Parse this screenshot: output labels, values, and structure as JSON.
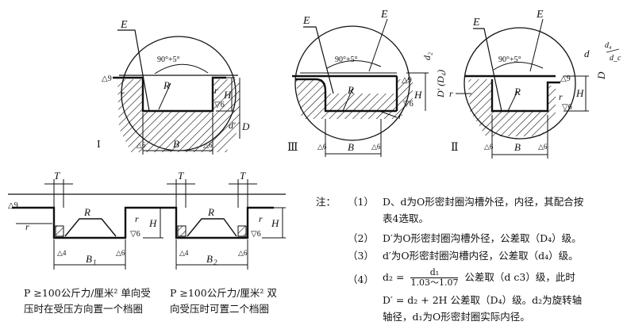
{
  "figures": {
    "roman_1": "I",
    "roman_3": "Ⅲ",
    "roman_2": "Ⅱ",
    "angle": "90°+5°",
    "label_E": "E",
    "label_R": "R",
    "label_r": "r",
    "label_H": "H",
    "label_B": "B",
    "label_B1": "B",
    "label_B1_sub": "1",
    "label_B2": "B",
    "label_B2_sub": "2",
    "label_T": "T",
    "label_D": "D",
    "label_dprime": "d′",
    "label_d2": "d₂",
    "label_Dprime_D4": "D′ (D₄)",
    "label_d": "d",
    "label_D_frac_num": "d₄",
    "label_D_frac_den": "d_c",
    "rough_9": "△9",
    "rough_6": "▽6",
    "rough_6_rot": "△6",
    "rough_4_rot": "△4"
  },
  "notes": {
    "lead": "注：",
    "items": [
      {
        "num": "（1）",
        "lines": [
          "D、d为O形密封圈沟槽外径，内径，其配合按",
          "表4选取。"
        ]
      },
      {
        "num": "（2）",
        "lines": [
          "D′为O形密封圈沟槽外径，公差取（D₄）级。"
        ]
      },
      {
        "num": "（3）",
        "lines": [
          "d′为O形密封圈沟槽内径，公差取（d₄）级。"
        ]
      },
      {
        "num": "（4）",
        "line1_a": "d₂ =",
        "frac_num": "d₁",
        "frac_den": "1.03～1.07",
        "line1_b": "公差取（d c3）级，此时",
        "line2": "D′ = d₂ + 2H 公差取（D₄）级。d₂为旋转轴",
        "line3": "轴径，d₁为O形密封圈实际内径。"
      }
    ]
  },
  "captions": {
    "left": [
      "P ≥100公斤力/厘米² 单向受",
      "压时在受压方向置一个档圈"
    ],
    "right": [
      "P ≥100公斤力/厘米² 双",
      "向受压时可置二个档圈"
    ]
  }
}
